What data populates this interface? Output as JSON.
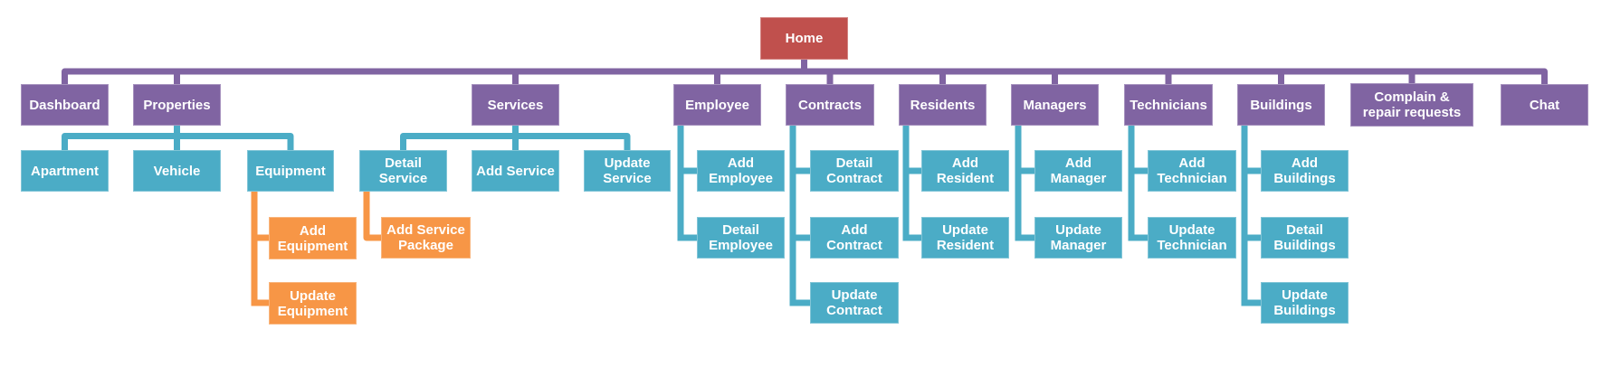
{
  "diagram": {
    "type": "sitemap-hierarchy-chart",
    "root": "home",
    "colors": {
      "home": "#C0504D",
      "section": "#8064A2",
      "page": "#4BACC6",
      "subpage": "#F79646"
    },
    "nodes": {
      "home": {
        "label": "Home",
        "parent": null
      },
      "dashboard": {
        "label": "Dashboard",
        "parent": "home"
      },
      "properties": {
        "label": "Properties",
        "parent": "home"
      },
      "services": {
        "label": "Services",
        "parent": "home"
      },
      "employee": {
        "label": "Employee",
        "parent": "home"
      },
      "contracts": {
        "label": "Contracts",
        "parent": "home"
      },
      "residents": {
        "label": "Residents",
        "parent": "home"
      },
      "managers": {
        "label": "Managers",
        "parent": "home"
      },
      "technicians": {
        "label": "Technicians",
        "parent": "home"
      },
      "buildings": {
        "label": "Buildings",
        "parent": "home"
      },
      "complain": {
        "label": "Complain & repair requests",
        "parent": "home"
      },
      "chat": {
        "label": "Chat",
        "parent": "home"
      },
      "apartment": {
        "label": "Apartment",
        "parent": "properties"
      },
      "vehicle": {
        "label": "Vehicle",
        "parent": "properties"
      },
      "equipment": {
        "label": "Equipment",
        "parent": "properties"
      },
      "add_equipment": {
        "label": "Add Equipment",
        "parent": "equipment"
      },
      "update_equipment": {
        "label": "Update Equipment",
        "parent": "equipment"
      },
      "detail_service": {
        "label": "Detail Service",
        "parent": "services"
      },
      "add_service": {
        "label": "Add Service",
        "parent": "services"
      },
      "update_service": {
        "label": "Update Service",
        "parent": "services"
      },
      "add_service_package": {
        "label": "Add Service Package",
        "parent": "detail_service"
      },
      "add_employee": {
        "label": "Add Employee",
        "parent": "employee"
      },
      "detail_employee": {
        "label": "Detail Employee",
        "parent": "employee"
      },
      "detail_contract": {
        "label": "Detail Contract",
        "parent": "contracts"
      },
      "add_contract": {
        "label": "Add Contract",
        "parent": "contracts"
      },
      "update_contract": {
        "label": "Update Contract",
        "parent": "contracts"
      },
      "add_resident": {
        "label": "Add Resident",
        "parent": "residents"
      },
      "update_resident": {
        "label": "Update Resident",
        "parent": "residents"
      },
      "add_manager": {
        "label": "Add Manager",
        "parent": "managers"
      },
      "update_manager": {
        "label": "Update Manager",
        "parent": "managers"
      },
      "add_technician": {
        "label": "Add Technician",
        "parent": "technicians"
      },
      "update_technician": {
        "label": "Update Technician",
        "parent": "technicians"
      },
      "add_buildings": {
        "label": "Add Buildings",
        "parent": "buildings"
      },
      "detail_buildings": {
        "label": "Detail Buildings",
        "parent": "buildings"
      },
      "update_buildings": {
        "label": "Update Buildings",
        "parent": "buildings"
      }
    }
  }
}
